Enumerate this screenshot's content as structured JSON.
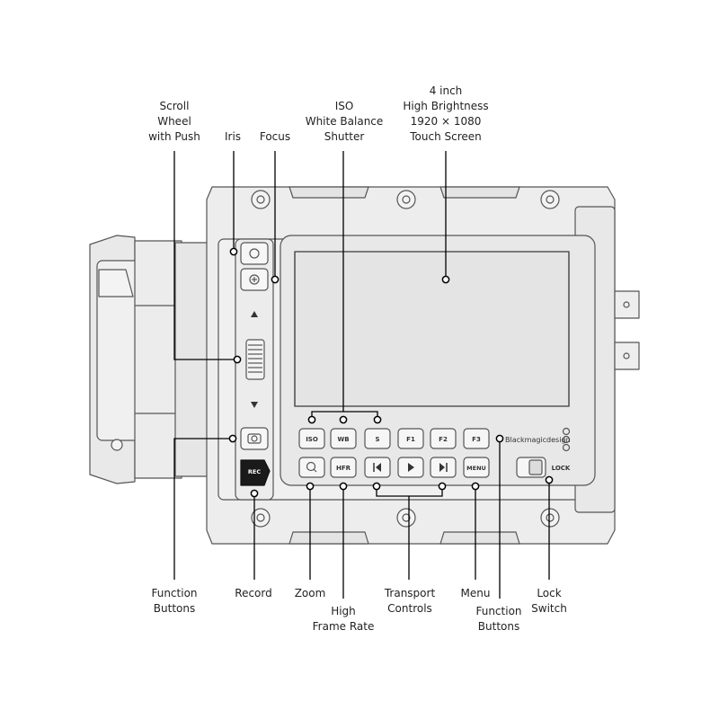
{
  "callouts": {
    "scroll_wheel": "Scroll\nWheel\nwith Push",
    "iris": "Iris",
    "focus": "Focus",
    "iso_wb_shutter": "ISO\nWhite Balance\nShutter",
    "touch_screen": "4 inch\nHigh Brightness\n1920 × 1080\nTouch Screen",
    "function_buttons_left": "Function\nButtons",
    "record": "Record",
    "zoom": "Zoom",
    "high_frame_rate": "High\nFrame Rate",
    "transport_controls": "Transport\nControls",
    "menu": "Menu",
    "function_buttons_right": "Function\nButtons",
    "lock_switch": "Lock\nSwitch"
  },
  "buttons": {
    "iso": "ISO",
    "wb": "WB",
    "shutter": "S",
    "f1": "F1",
    "f2": "F2",
    "f3": "F3",
    "hfr": "HFR",
    "menu": "MENU",
    "rec": "REC",
    "lock": "LOCK"
  },
  "brand": "Blackmagicdesign",
  "colors": {
    "body": "#ededed",
    "outline": "#555555",
    "rec_button": "#1a1a1a",
    "leader_line": "#000000"
  }
}
